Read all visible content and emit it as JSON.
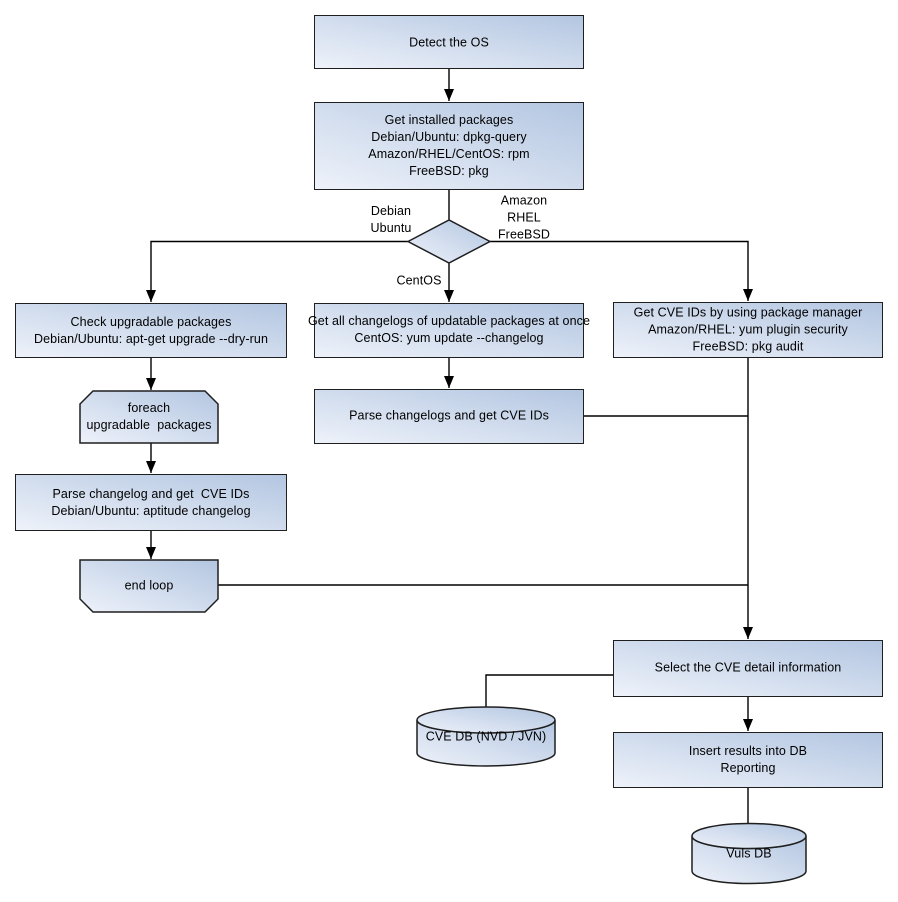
{
  "diagram_title": "OS package vulnerability scan flowchart",
  "colors": {
    "background": "#ffffff",
    "node_fill_light": "#eef2fa",
    "node_fill_dark": "#b3c6e1",
    "node_border": "#1f1f1f",
    "connector": "#000000",
    "text": "#000000"
  },
  "nodes": {
    "detect_os": "Detect the OS",
    "get_installed": "Get installed packages\nDebian/Ubuntu: dpkg-query\nAmazon/RHEL/CentOS: rpm\nFreeBSD: pkg",
    "check_upgradable": "Check upgradable packages\nDebian/Ubuntu: apt-get upgrade --dry-run",
    "foreach_loop": "foreach\nupgradable  packages",
    "parse_changelog_left": "Parse changelog and get  CVE IDs\nDebian/Ubuntu: aptitude changelog",
    "end_loop": "end loop",
    "get_all_changelogs": "Get all changelogs of updatable packages at once\nCentOS: yum update --changelog",
    "parse_changelogs_mid": "Parse changelogs and get CVE IDs",
    "get_cve_by_pkg_mgr": "Get CVE IDs by using package manager\nAmazon/RHEL: yum plugin security\nFreeBSD: pkg audit",
    "select_cve_detail": "Select the CVE detail information",
    "insert_results": "Insert results into DB\nReporting",
    "cve_db": "CVE DB (NVD / JVN)",
    "vuls_db": "Vuls DB"
  },
  "edge_labels": {
    "decision_left": "Debian\nUbuntu",
    "decision_right": "Amazon\nRHEL\nFreeBSD",
    "decision_down": "CentOS"
  }
}
